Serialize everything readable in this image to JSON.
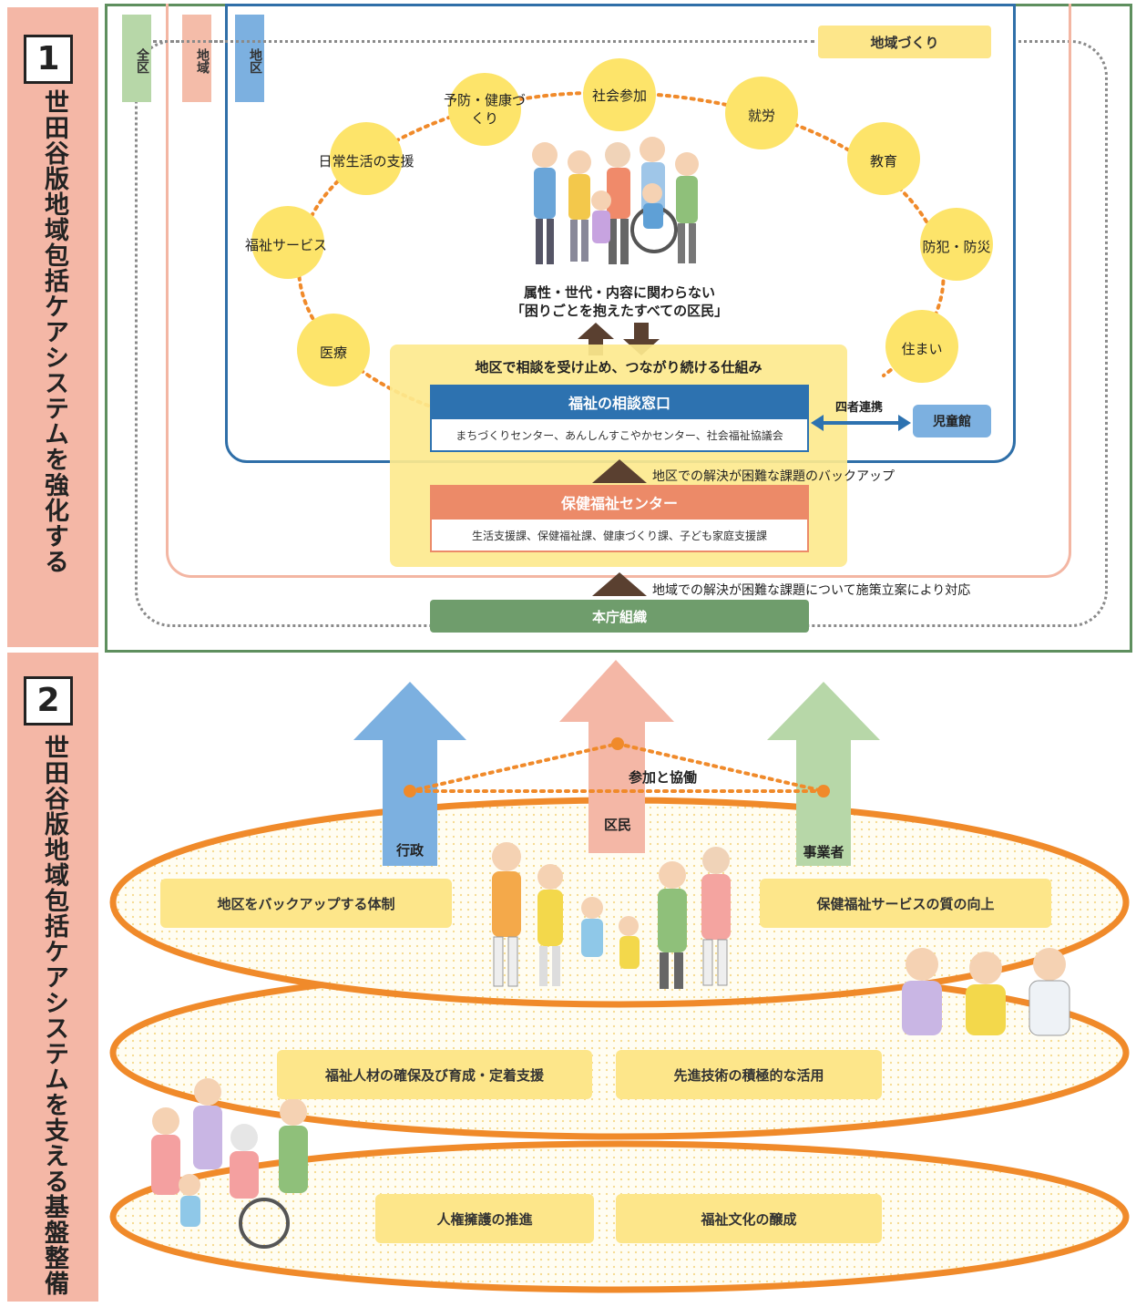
{
  "section1": {
    "number": "1",
    "title": "世田谷版地域包括ケアシステムを強化する"
  },
  "section2": {
    "number": "2",
    "title": "世田谷版地域包括ケアシステムを支える基盤整備"
  },
  "area_tags": {
    "zenku": "全区",
    "chiiki": "地域",
    "chiku": "地区"
  },
  "chiiki_zukuri": "地域づくり",
  "support_circles": [
    "予防・健康づくり",
    "社会参加",
    "就労",
    "教育",
    "防犯・防災",
    "住まい",
    "医療",
    "福祉サービス",
    "日常生活の支援"
  ],
  "residents_caption_1": "属性・世代・内容に関わらない",
  "residents_caption_2": "「困りごとを抱えたすべての区民」",
  "mechanism_label": "地区で相談を受け止め、つながり続ける仕組み",
  "window_title": "福祉の相談窓口",
  "window_sub": "まちづくりセンター、あんしんすこやかセンター、社会福祉協議会",
  "yonsha_renkei": "四者連携",
  "jidoukan": "児童館",
  "backup_label": "地区での解決が困難な課題のバックアップ",
  "health_center_title": "保健福祉センター",
  "health_center_sub": "生活支援課、保健福祉課、健康づくり課、子ども家庭支援課",
  "policy_label": "地域での解決が困難な課題について施策立案により対応",
  "honcho": "本庁組織",
  "sankato_kyodo": "参加と協働",
  "gyosei": "行政",
  "kumin": "区民",
  "jigyosha": "事業者",
  "layer1_left": "地区をバックアップする体制",
  "layer1_right": "保健福祉サービスの質の向上",
  "layer2_left": "福祉人材の確保及び育成・定着支援",
  "layer2_right": "先進技術の積極的な活用",
  "layer3_left": "人権擁護の推進",
  "layer3_right": "福祉文化の醸成",
  "colors": {
    "side_band": "#f4b7a6",
    "zenku": "#5e8f5e",
    "chiiki": "#f0b3a0",
    "chiku": "#2f6fa8",
    "circle": "#fde46a",
    "orange": "#f08a2a",
    "window_blue": "#2d72b0",
    "center_orange": "#ec8a68"
  }
}
